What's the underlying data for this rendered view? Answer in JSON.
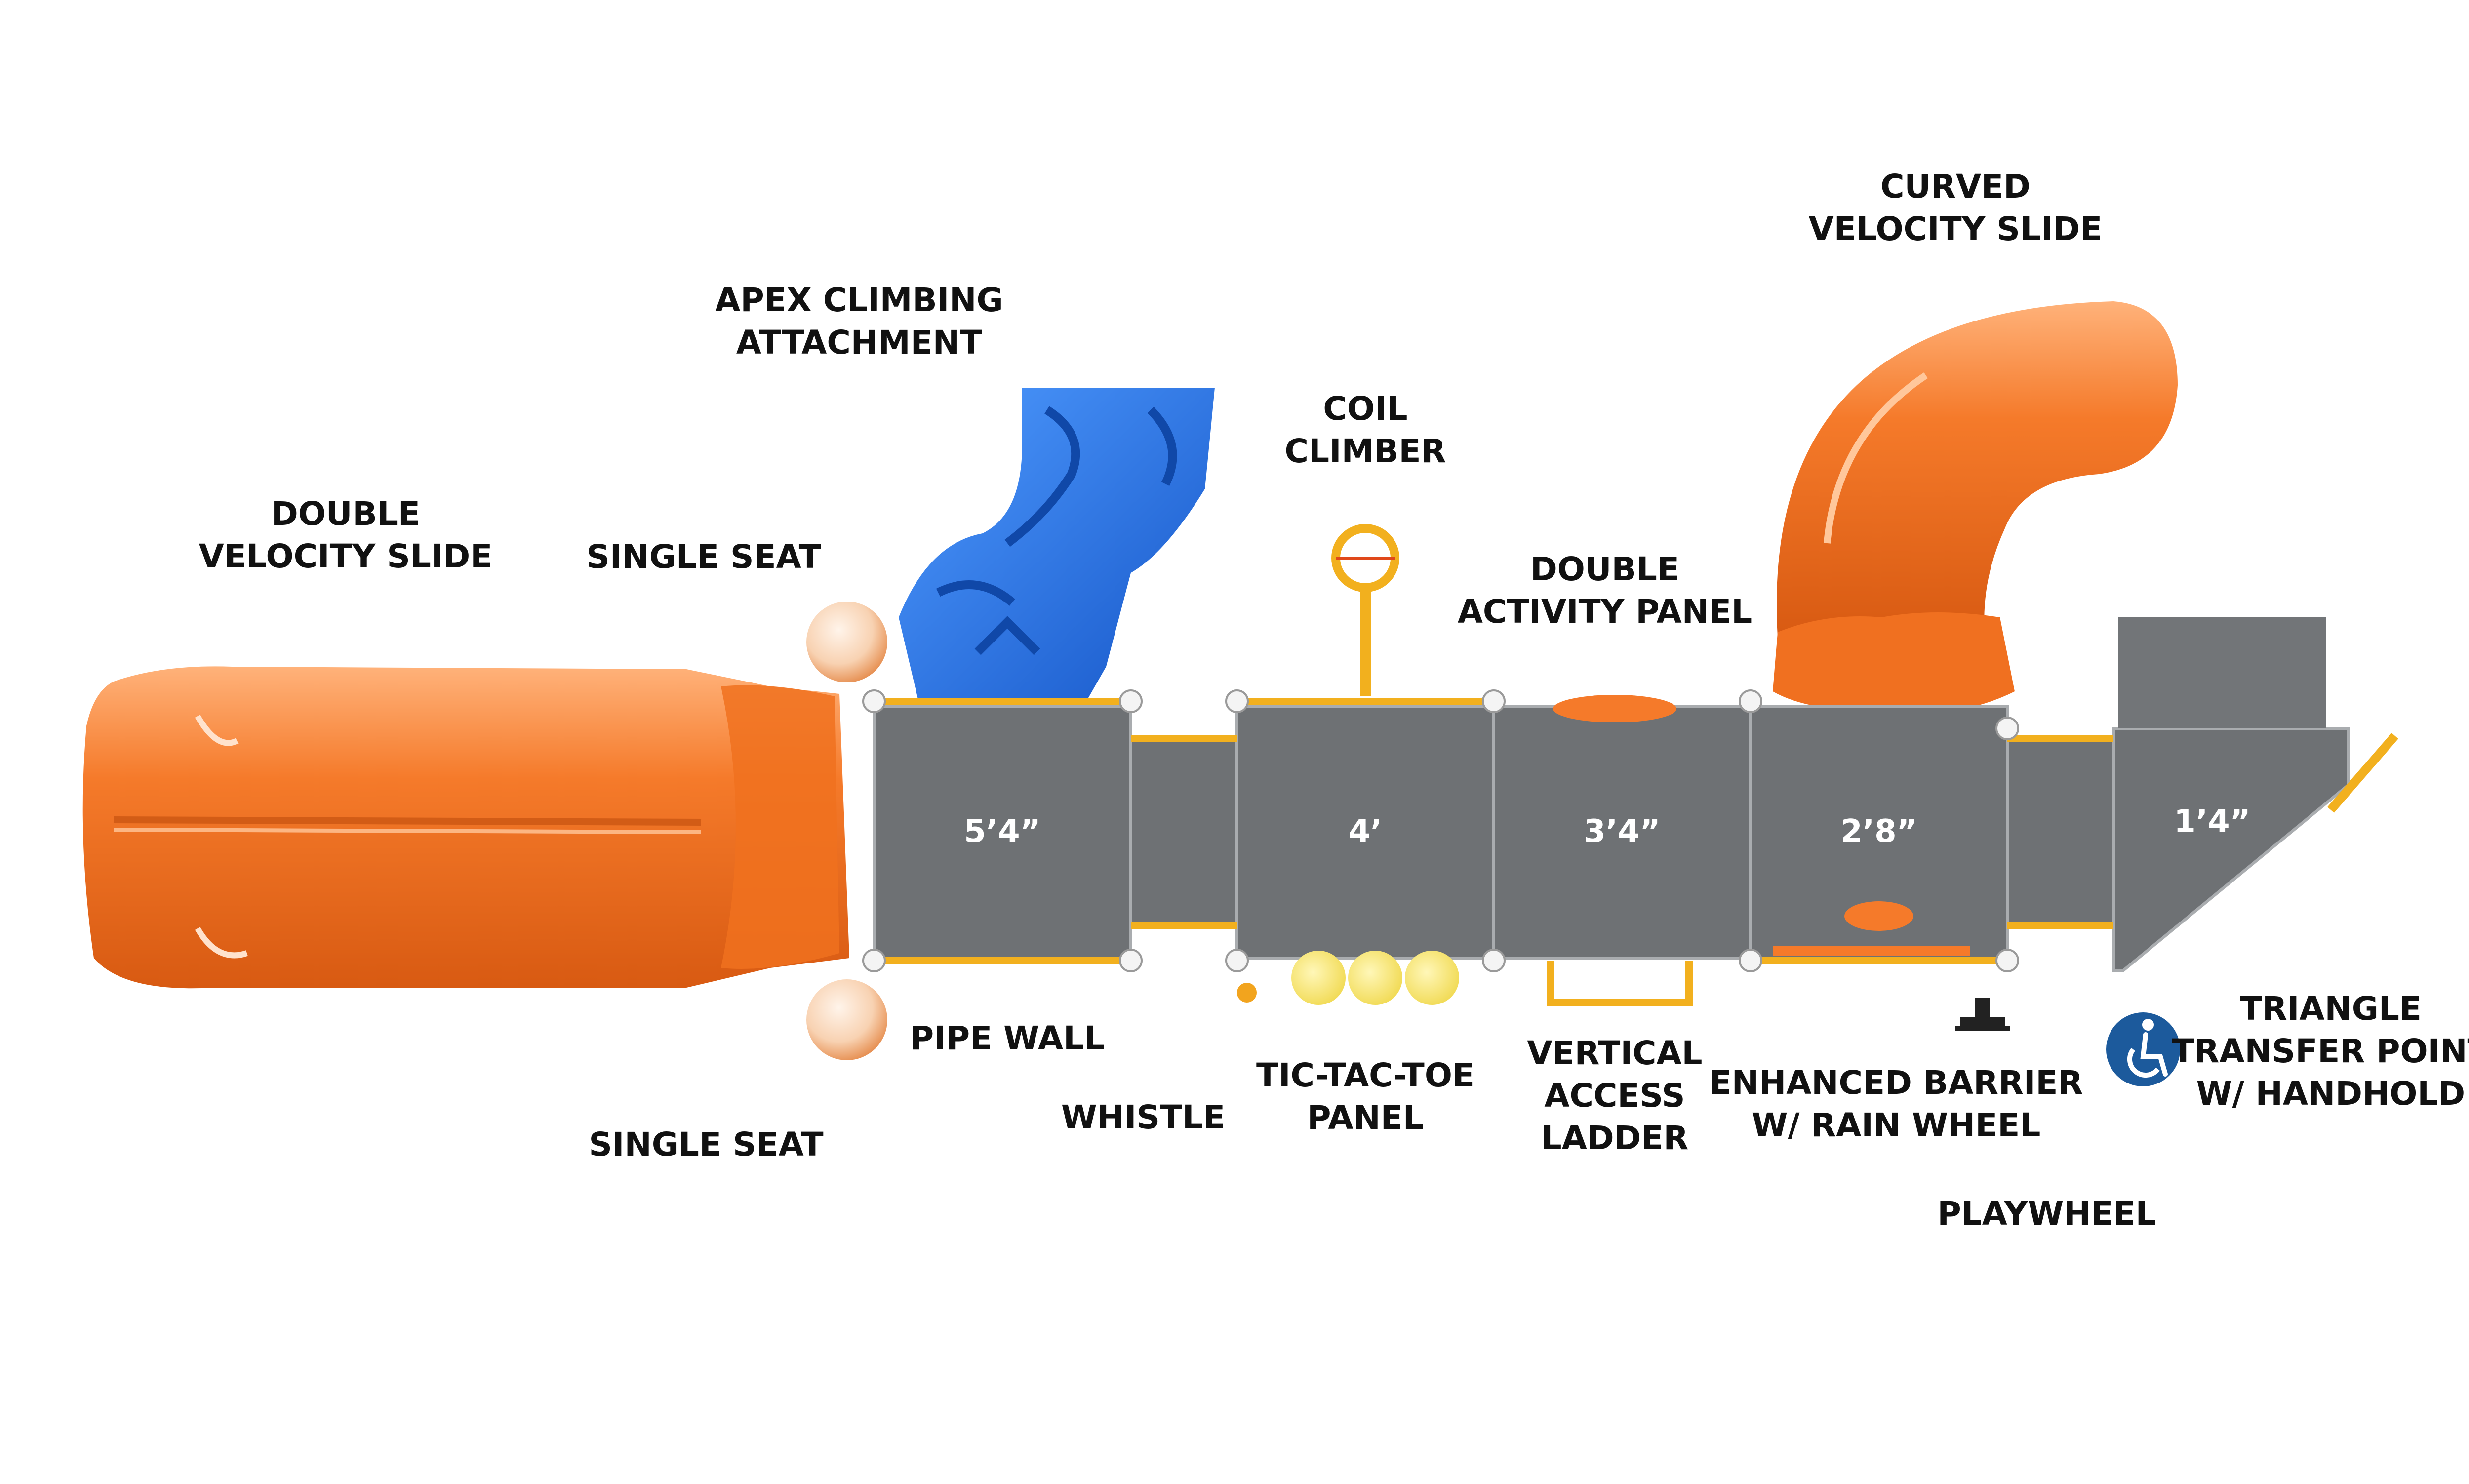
{
  "labels": {
    "curved_velocity_slide": [
      "CURVED",
      "VELOCITY SLIDE"
    ],
    "apex_climbing_attachment": [
      "APEX CLIMBING",
      "ATTACHMENT"
    ],
    "coil_climber": [
      "COIL",
      "CLIMBER"
    ],
    "double_velocity_slide": [
      "DOUBLE",
      "VELOCITY SLIDE"
    ],
    "single_seat_top": "SINGLE SEAT",
    "double_activity_panel": [
      "DOUBLE",
      "ACTIVITY PANEL"
    ],
    "pipe_wall": "PIPE WALL",
    "whistle": "WHISTLE",
    "tic_tac_toe_panel": [
      "TIC-TAC-TOE",
      "PANEL"
    ],
    "vertical_access_ladder": [
      "VERTICAL",
      "ACCESS",
      "LADDER"
    ],
    "enhanced_barrier": [
      "ENHANCED BARRIER",
      "W/ RAIN WHEEL"
    ],
    "triangle_transfer_point": [
      "TRIANGLE",
      "TRANSFER POINT",
      "W/ HANDHOLD"
    ],
    "single_seat_bottom": "SINGLE SEAT",
    "playwheel": "PLAYWHEEL"
  },
  "decks": [
    "5’4”",
    "4’",
    "3’4”",
    "2’8”",
    "1’4”"
  ],
  "icons": {
    "accessibility": "wheelchair-icon"
  },
  "colors": {
    "slide_orange": "#F57A2A",
    "climber_blue": "#1F6FE0",
    "deck_gray": "#6E7174",
    "pipe_yellow": "#F2B01E",
    "panel_yellow": "#F6E46A",
    "accessibility_blue": "#1C5A9C",
    "label_text": "#111111"
  }
}
